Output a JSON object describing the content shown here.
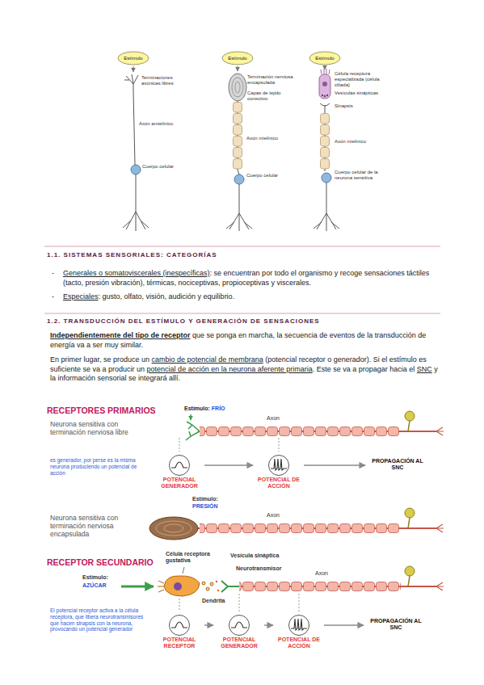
{
  "diagram": {
    "nodes": [
      {
        "text": [
          "Estímulo"
        ]
      },
      {
        "text": [
          "Estímulo"
        ]
      },
      {
        "text": [
          "Estímulo"
        ]
      },
      {
        "text": [
          "POTENCIAL GENERADOR"
        ]
      },
      {
        "text": [
          "POTENCIAL DE ACCIÓN"
        ]
      },
      {
        "text": [
          "PROPAGACIÓN AL SNC"
        ]
      },
      {
        "text": [
          "POTENCIAL RECEPTOR"
        ]
      },
      {
        "text": [
          "POTENCIAL GENERADOR"
        ]
      },
      {
        "text": [
          "POTENCIAL DE ACCIÓN"
        ]
      },
      {
        "text": [
          "PROPAGACIÓN AL SNC"
        ]
      }
    ],
    "edges": [
      {
        "from": 3,
        "to": 4,
        "arrow": "to"
      },
      {
        "from": 4,
        "to": 5,
        "arrow": "to"
      },
      {
        "from": 6,
        "to": 7,
        "arrow": "to"
      },
      {
        "from": 7,
        "to": 8,
        "arrow": "to"
      },
      {
        "from": 8,
        "to": 9,
        "arrow": "to"
      }
    ],
    "labels": [
      "Terminaciones axónicas libres",
      "Axón amielínico",
      "Cuerpo celular",
      "Terminación nerviosa encapsulada",
      "Capas de tejido conectivo",
      "Axón mielínico",
      "Cuerpo celular",
      "Célula receptora especializada (célula ciliada)",
      "Vesículas sinápticas",
      "Sinapsis",
      "Axón mielínico",
      "Cuerpo celular de la neurona sensitiva",
      "1.1. SISTEMAS SENSORIALES: CATEGORÍAS",
      "-",
      "Generales o somatoviscerales (inespecíficas)",
      ": se encuentran por todo el organismo y recoge sensaciones táctiles (tacto, presión vibración), térmicas, nociceptivas, propioceptivas y viscerales.",
      "-",
      "Especiales",
      ": gusto, olfato, visión, audición y equilibrio.",
      "1.2. TRANSDUCCIÓN DEL ESTÍMULO Y GENERACIÓN DE SENSACIONES",
      "Independientemente del tipo de receptor",
      "que se ponga en marcha, la secuencia de eventos de la transducción de energía va a ser muy similar.",
      "En primer lugar, se produce un",
      "cambio de potencial de membrana",
      "(potencial receptor o generador). Si el estímulo es suficiente se va a producir un",
      "potencial de acción en la neurona aferente primaria",
      ". Este se va a propagar hacia el",
      "SNC",
      "y la información sensorial se integrará allí.",
      "RECEPTORES PRIMARIOS",
      "Neurona sensitiva con terminación nerviosa libre",
      "Estímulo:",
      "FRÍO",
      "Axon",
      "es generador, por perse es la misma neurona produciendo un potencial de acción",
      "Estímulo:",
      "PRESIÓN",
      "Axon",
      "Neurona sensitiva con terminación nerviosa encapsulada",
      "RECEPTOR SECUNDARIO",
      "Célula receptora gustativa",
      "Vesícula sináptica",
      "Neurotransmisor",
      "Axon",
      "Estímulo:",
      "AZÚCAR",
      "Dendrita",
      "El potencial receptor activa a la célula receptora, que libera neurotransmisores que hacen sinapsis con la neurona, provocando un potencial generador"
    ]
  }
}
